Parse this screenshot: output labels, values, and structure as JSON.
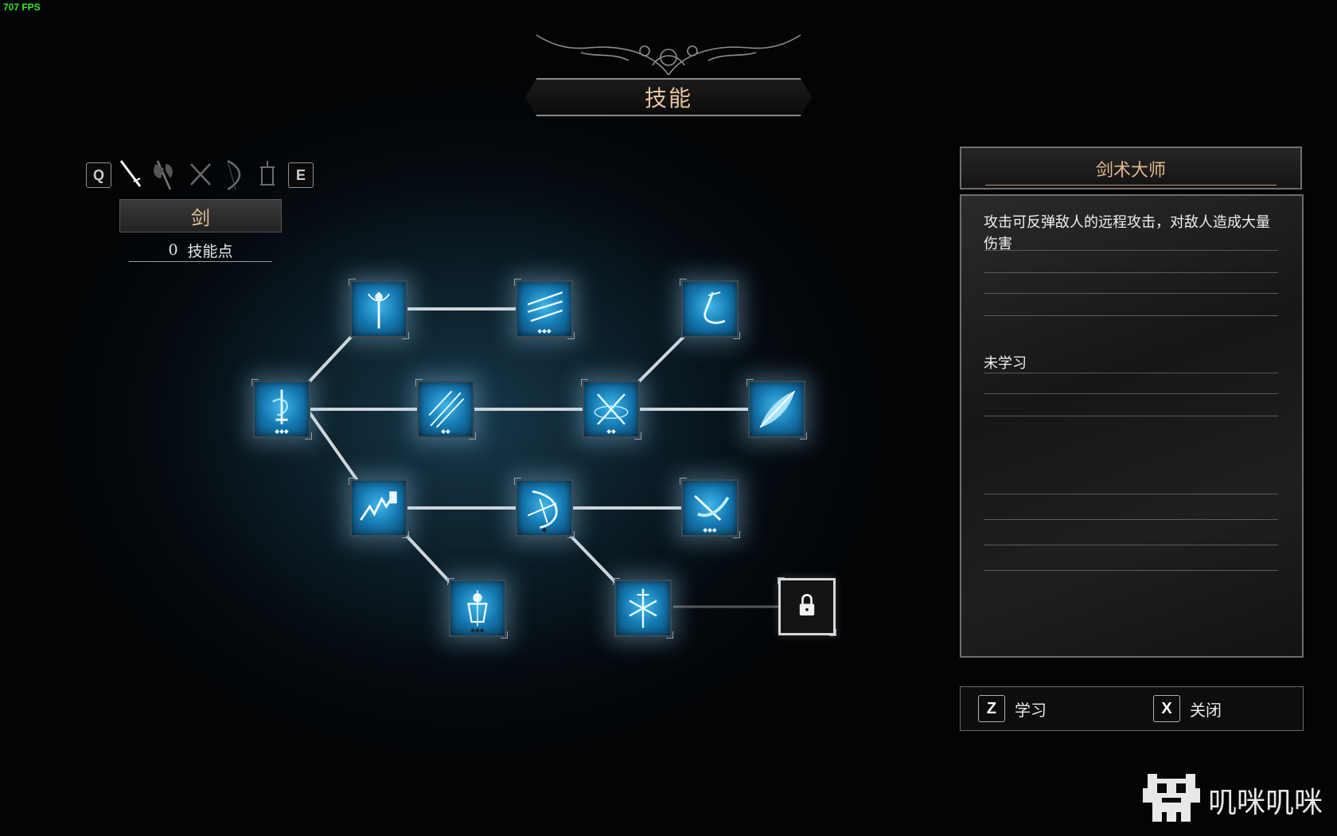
{
  "fps": "707 FPS",
  "title": "技能",
  "tabs": {
    "prev_key": "Q",
    "next_key": "E",
    "icons": [
      "sword-icon",
      "axe-icon",
      "crossed-daggers-icon",
      "bow-icon",
      "lantern-icon"
    ],
    "active_index": 0
  },
  "weapon_name": "剑",
  "skill_points": {
    "value": "0",
    "label": "技能点"
  },
  "skill_tree": {
    "nodes": [
      {
        "id": "n1",
        "icon": "swirl-sword-icon",
        "rank_pips": 3,
        "state": "available"
      },
      {
        "id": "n2",
        "icon": "radiant-blade-icon",
        "rank_pips": 0,
        "state": "available"
      },
      {
        "id": "n3",
        "icon": "triple-slash-icon",
        "rank_pips": 3,
        "state": "available"
      },
      {
        "id": "n4",
        "icon": "spinning-slash-icon",
        "rank_pips": 0,
        "state": "available"
      },
      {
        "id": "n5",
        "icon": "blade-rain-icon",
        "rank_pips": 2,
        "state": "available"
      },
      {
        "id": "n6",
        "icon": "cross-slash-icon",
        "rank_pips": 2,
        "state": "available"
      },
      {
        "id": "n7",
        "icon": "feather-blade-icon",
        "rank_pips": 0,
        "state": "available"
      },
      {
        "id": "n8",
        "icon": "lightning-fist-icon",
        "rank_pips": 0,
        "state": "available"
      },
      {
        "id": "n9",
        "icon": "parry-arc-icon",
        "rank_pips": 1,
        "state": "selected"
      },
      {
        "id": "n10",
        "icon": "flying-sword-icon",
        "rank_pips": 3,
        "state": "available"
      },
      {
        "id": "n11",
        "icon": "guardian-figure-icon",
        "rank_pips": 3,
        "state": "available"
      },
      {
        "id": "n12",
        "icon": "star-sword-icon",
        "rank_pips": 0,
        "state": "available"
      },
      {
        "id": "n13",
        "icon": "lock-icon",
        "rank_pips": 0,
        "state": "locked"
      }
    ]
  },
  "detail": {
    "skill_name": "剑术大师",
    "description": "攻击可反弹敌人的远程攻击，对敌人造成大量伤害",
    "status": "未学习"
  },
  "actions": {
    "learn": {
      "key": "Z",
      "label": "学习"
    },
    "close": {
      "key": "X",
      "label": "关闭"
    }
  },
  "watermark": "叽咪叽咪"
}
